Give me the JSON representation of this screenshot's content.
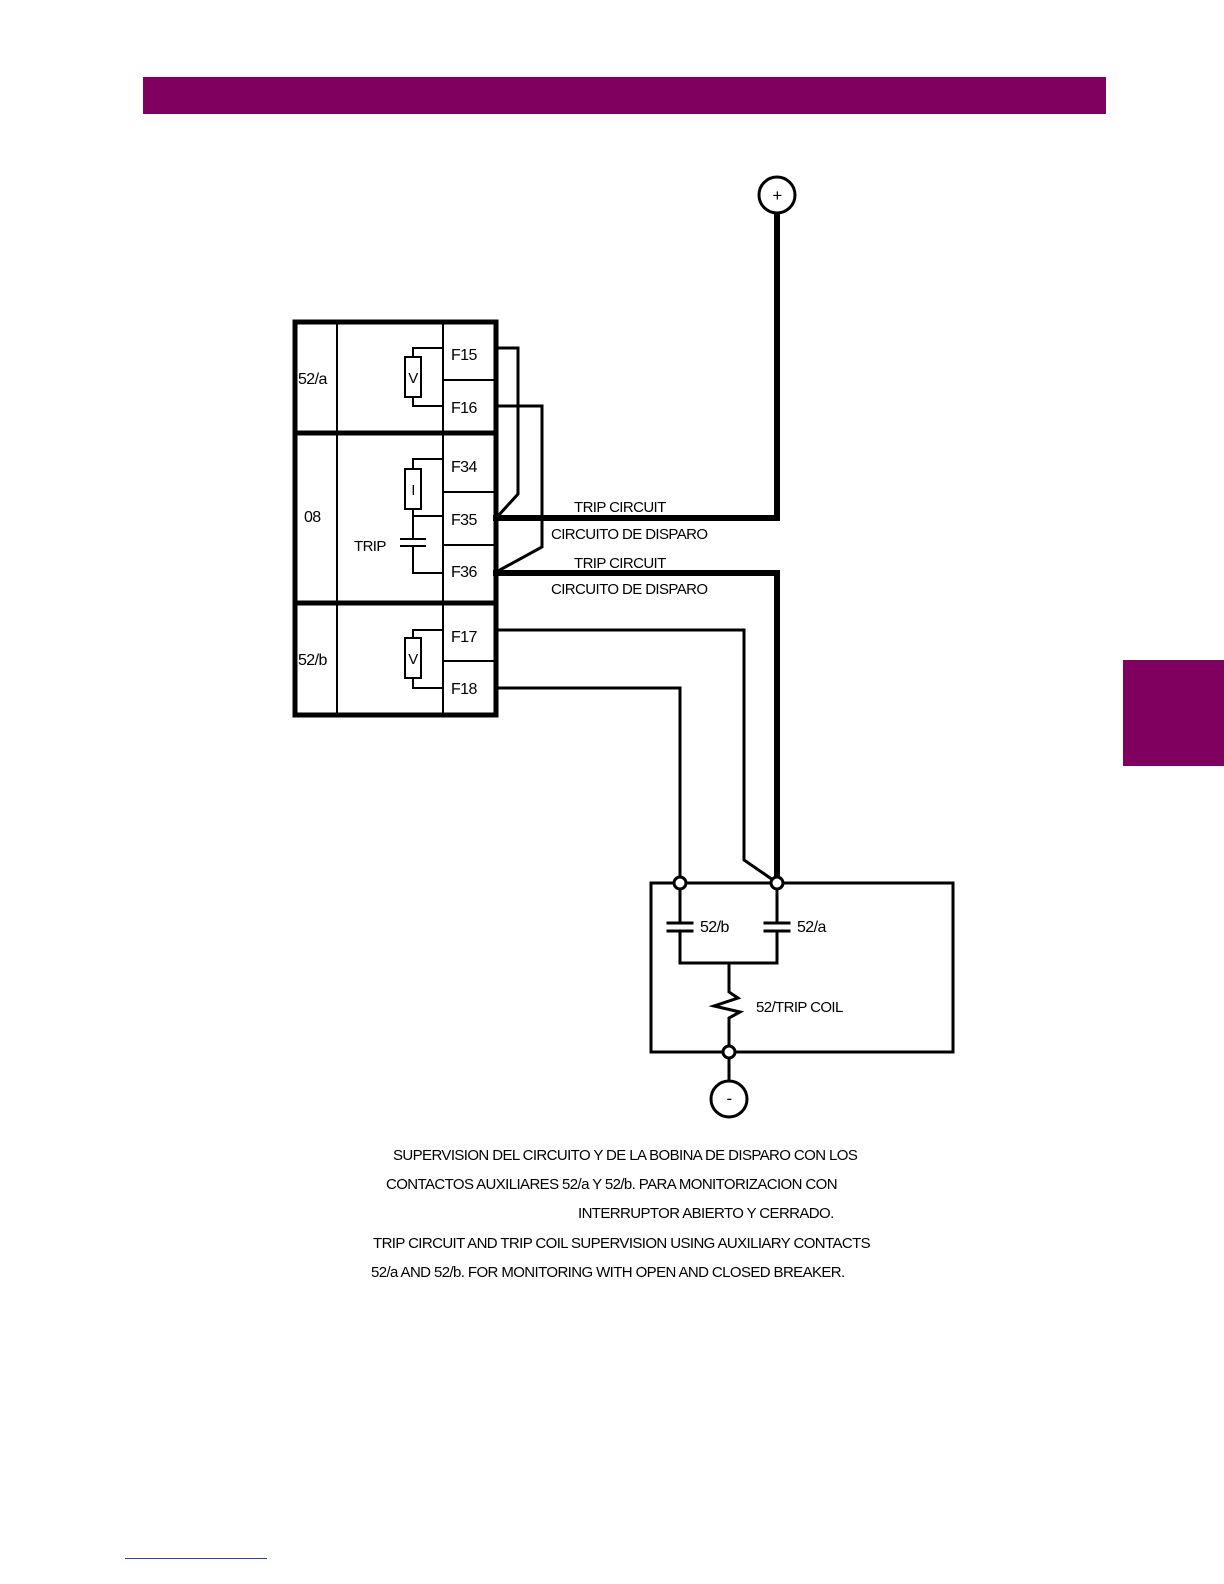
{
  "colors": {
    "accent": "#800060",
    "line": "#000000",
    "footer_rule": "#2a3fb0"
  },
  "diagram": {
    "supply_positive": "+",
    "supply_negative": "-",
    "relay": {
      "group_52a": {
        "label": "52/a",
        "coil": "V",
        "terminals": [
          "F15",
          "F16"
        ]
      },
      "group_trip": {
        "number": "08",
        "label": "TRIP",
        "coil": "I",
        "terminals": [
          "F34",
          "F35",
          "F36"
        ]
      },
      "group_52b": {
        "label": "52/b",
        "coil": "V",
        "terminals": [
          "F17",
          "F18"
        ]
      }
    },
    "trip_circuit_1": {
      "en": "TRIP CIRCUIT",
      "es": "CIRCUITO DE DISPARO"
    },
    "trip_circuit_2": {
      "en": "TRIP CIRCUIT",
      "es": "CIRCUITO DE DISPARO"
    },
    "breaker": {
      "contact_b": "52/b",
      "contact_a": "52/a",
      "coil": "52/TRIP COIL"
    }
  },
  "caption": {
    "es_line1": "SUPERVISION DEL CIRCUITO Y DE LA BOBINA DE DISPARO CON LOS",
    "es_line2": "CONTACTOS AUXILIARES 52/a Y 52/b. PARA MONITORIZACION CON",
    "es_line3": "INTERRUPTOR ABIERTO Y CERRADO.",
    "en_line1": "TRIP CIRCUIT AND TRIP COIL SUPERVISION USING AUXILIARY CONTACTS",
    "en_line2": "52/a AND 52/b.  FOR MONITORING WITH OPEN AND CLOSED BREAKER."
  }
}
